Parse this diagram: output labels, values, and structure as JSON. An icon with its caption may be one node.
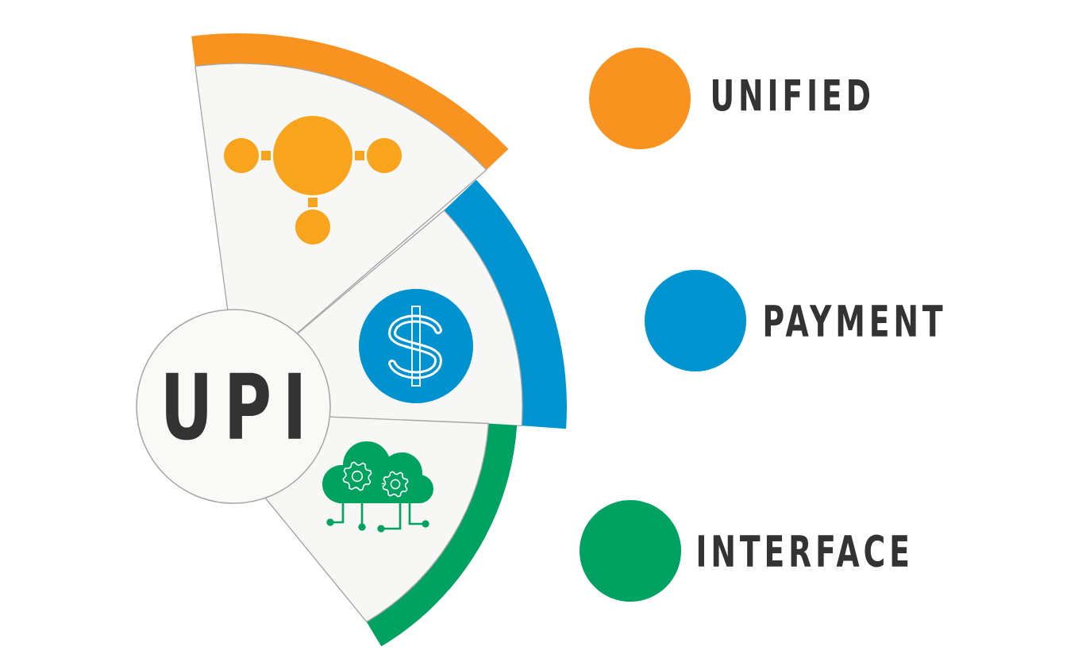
{
  "diagram": {
    "nodes": [
      {
        "text": [
          "UPI"
        ]
      }
    ],
    "legend": [
      {
        "text": "UNIFIED",
        "color": "#f7931e"
      },
      {
        "text": "PAYMENT",
        "color": "#0095d0"
      },
      {
        "text": "INTERFACE",
        "color": "#00a261"
      }
    ]
  }
}
